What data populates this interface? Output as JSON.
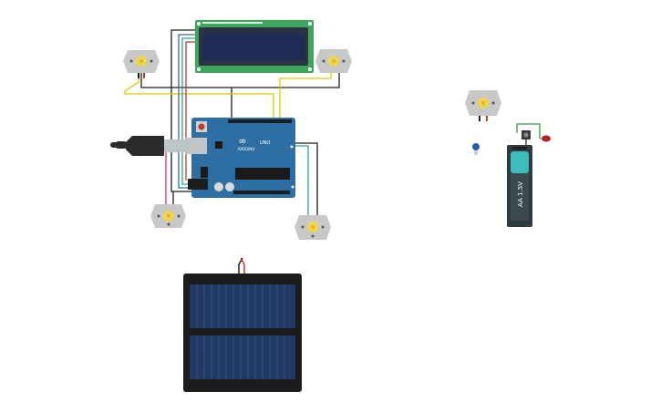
{
  "arduino": {
    "brand_text": "ARDUINO",
    "model_text": "UNO",
    "logo_text": "∞"
  },
  "battery": {
    "label": "AA 1.5V"
  },
  "colors": {
    "wire_black": "#1f1f1f",
    "wire_yellow": "#e6c400",
    "wire_pink": "#d63384",
    "wire_teal": "#2aa198",
    "wire_blue": "#2b6cb0",
    "wire_red": "#c0392b",
    "wire_green": "#2e9e3e",
    "lcd_pcb": "#3ea55a",
    "lcd_screen": "#1e2b54",
    "arduino_pcb": "#2e6fa3",
    "motor_body": "#c8c8c8",
    "motor_shaft": "#f2d34c",
    "solar_cell": "#223a63",
    "battery_cap": "#3cbcbc"
  },
  "components": [
    "lcd-16x2",
    "arduino-uno",
    "dc-motor",
    "dc-motor",
    "dc-motor",
    "dc-motor",
    "dc-motor",
    "solar-panel",
    "aa-battery",
    "pushbutton",
    "capacitor",
    "led"
  ]
}
